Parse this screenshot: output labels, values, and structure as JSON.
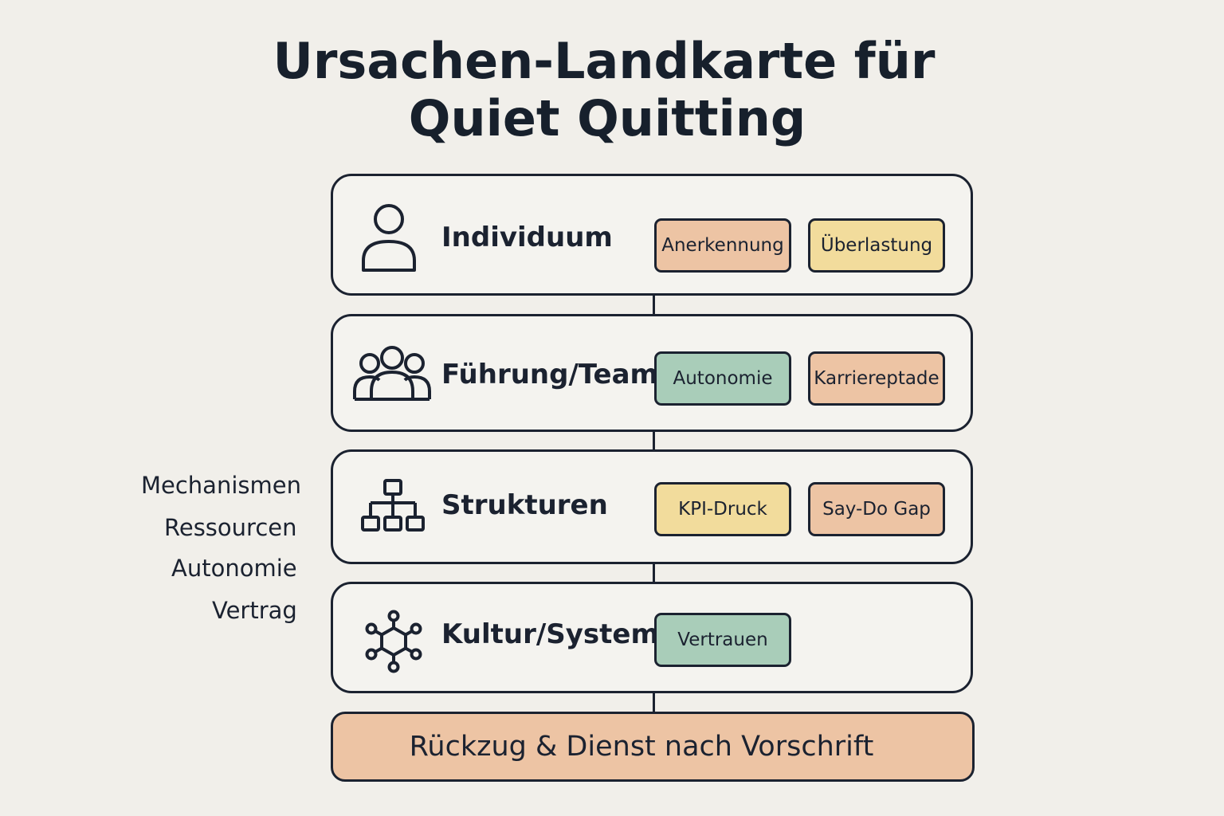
{
  "title": {
    "line1": "Ursachen-Landkarte für",
    "line2": "Quiet Quitting"
  },
  "colors": {
    "background": "#f1efea",
    "outline": "#1b2230",
    "peach": "#edc4a4",
    "yellow": "#f2dc9c",
    "green": "#a9cdb9",
    "result": "#edc4a4"
  },
  "side_labels": [
    "Mechanismen",
    "Ressourcen",
    "Autonomie",
    "Vertrag"
  ],
  "layers": [
    {
      "label": "Individuum",
      "icon": "person-icon",
      "tags": [
        {
          "text": "Anerkennung",
          "color": "peach"
        },
        {
          "text": "Überlastung",
          "color": "yellow"
        }
      ]
    },
    {
      "label": "Führung/Team",
      "icon": "team-icon",
      "tags": [
        {
          "text": "Autonomie",
          "color": "green"
        },
        {
          "text": "Karriereptade",
          "color": "peach"
        }
      ]
    },
    {
      "label": "Strukturen",
      "icon": "org-chart-icon",
      "tags": [
        {
          "text": "KPI-Druck",
          "color": "yellow"
        },
        {
          "text": "Say-Do Gap",
          "color": "peach"
        }
      ]
    },
    {
      "label": "Kultur/System",
      "icon": "network-icon",
      "tags": [
        {
          "text": "Vertrauen",
          "color": "green"
        }
      ]
    }
  ],
  "result": {
    "text": "Rückzug & Dienst nach Vorschrift"
  }
}
